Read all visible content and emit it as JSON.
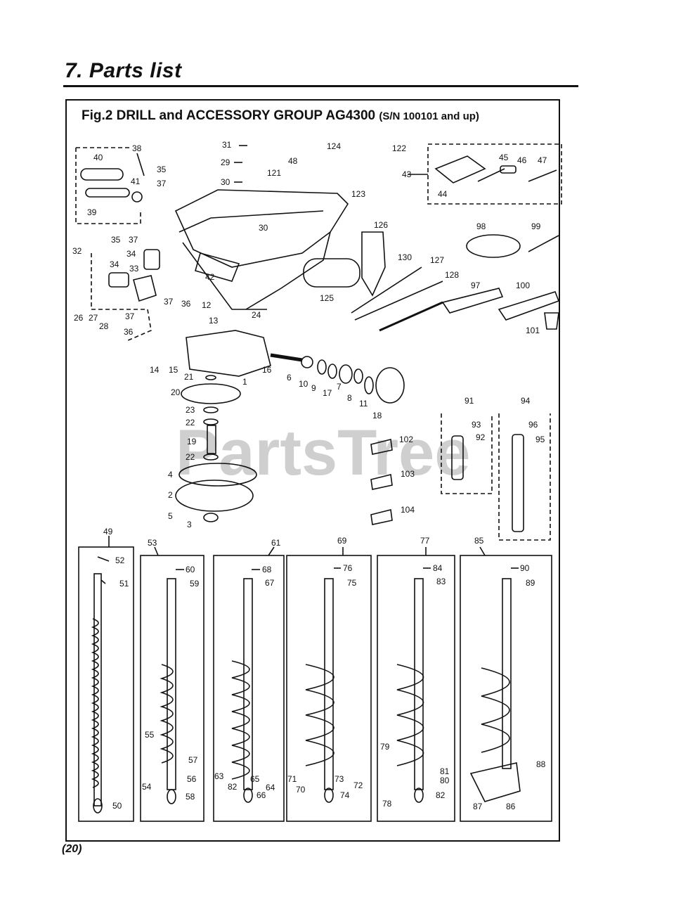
{
  "page": {
    "section_title": "7. Parts list",
    "figure_title": "Fig.2 DRILL and ACCESSORY GROUP  AG4300",
    "figure_serial": "(S/N 100101 and up)",
    "page_number": "20",
    "watermark": "PartsTree"
  },
  "callouts": [
    "31",
    "29",
    "30",
    "48",
    "124",
    "122",
    "43",
    "45",
    "46",
    "47",
    "44",
    "40",
    "38",
    "35",
    "37",
    "41",
    "39",
    "121",
    "123",
    "30",
    "126",
    "98",
    "99",
    "32",
    "35",
    "37",
    "34",
    "34",
    "33",
    "37",
    "36",
    "42",
    "130",
    "127",
    "128",
    "125",
    "97",
    "100",
    "101",
    "26",
    "27",
    "28",
    "37",
    "36",
    "12",
    "13",
    "24",
    "14",
    "15",
    "1",
    "16",
    "6",
    "10",
    "9",
    "17",
    "7",
    "8",
    "11",
    "18",
    "21",
    "20",
    "23",
    "22",
    "19",
    "22",
    "4",
    "2",
    "5",
    "3",
    "91",
    "94",
    "93",
    "92",
    "96",
    "95",
    "102",
    "103",
    "104",
    "49",
    "53",
    "61",
    "69",
    "77",
    "85",
    "52",
    "51",
    "50",
    "60",
    "59",
    "55",
    "57",
    "54",
    "56",
    "58",
    "68",
    "67",
    "63",
    "65",
    "82",
    "64",
    "66",
    "76",
    "75",
    "71",
    "73",
    "70",
    "72",
    "74",
    "84",
    "83",
    "79",
    "81",
    "80",
    "78",
    "82",
    "90",
    "89",
    "88",
    "87",
    "86"
  ]
}
